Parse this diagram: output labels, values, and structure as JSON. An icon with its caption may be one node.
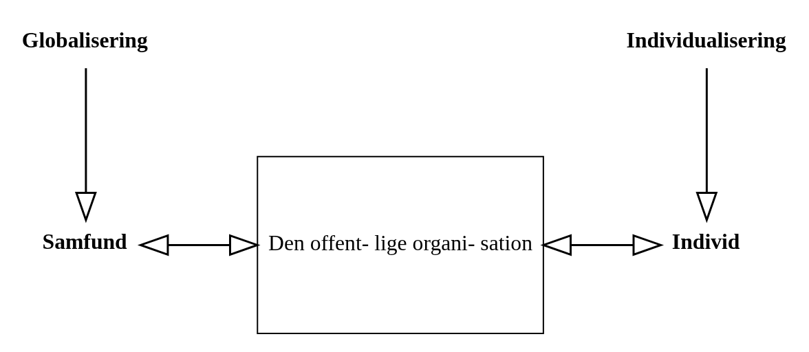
{
  "diagram": {
    "nodes": [
      {
        "text": [
          "Globalisering"
        ]
      },
      {
        "text": [
          "Individualisering"
        ]
      },
      {
        "text": [
          "Samfund"
        ]
      },
      {
        "text": [
          "Den offent- lige organi- sation"
        ]
      },
      {
        "text": [
          "Individ"
        ]
      }
    ],
    "edges": [
      {
        "from": 0,
        "to": 2,
        "arrow": "to"
      },
      {
        "from": 1,
        "to": 4,
        "arrow": "to"
      },
      {
        "from": 2,
        "to": 3,
        "arrow": "both"
      },
      {
        "from": 3,
        "to": 4,
        "arrow": "both"
      }
    ]
  }
}
